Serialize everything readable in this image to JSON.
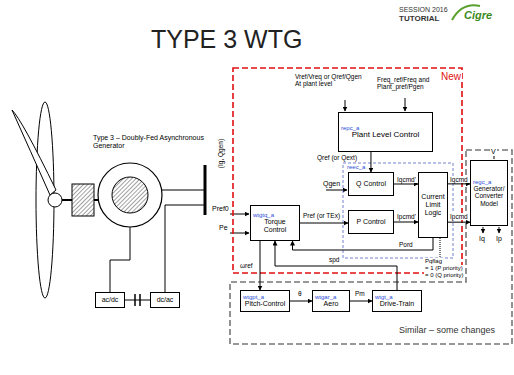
{
  "diagram": {
    "title": "TYPE 3 WTG",
    "nodes": [
      {
        "text": [
          "New"
        ]
      },
      {
        "text": [
          "repc_a",
          "Plant Level Control"
        ],
        "in": 0
      },
      {
        "text": [
          "reec_a"
        ],
        "in": 0
      },
      {
        "text": [
          "Q Control"
        ],
        "in": 2
      },
      {
        "text": [
          "P Control"
        ],
        "in": 2
      },
      {
        "text": [
          "Current Limit Logic"
        ],
        "in": 2
      },
      {
        "text": [
          "wtgtq_a",
          "Torque Control"
        ],
        "in": 0
      },
      {
        "text": [
          "regc_a",
          "Generator/ Converter Model"
        ]
      },
      {
        "text": [
          "Similar – some changes"
        ]
      },
      {
        "text": [
          "wtgpt_a",
          "Pitch-Control"
        ],
        "in": 8
      },
      {
        "text": [
          "wtgar_a",
          "Aero"
        ],
        "in": 8
      },
      {
        "text": [
          "wtgt_a",
          "Drive-Train"
        ],
        "in": 8
      },
      {
        "text": [
          "ac/dc"
        ]
      },
      {
        "text": [
          "dc/ac"
        ]
      }
    ],
    "edges": [
      {
        "from": 1,
        "to": 3,
        "arrow": "to",
        "label": "Qref (or Qext)"
      },
      {
        "from": 6,
        "to": 4,
        "arrow": "to",
        "label": "Pref (or TEx)"
      },
      {
        "from": 3,
        "to": 5,
        "arrow": "to",
        "label": "Iqcmd'"
      },
      {
        "from": 4,
        "to": 5,
        "arrow": "to",
        "label": "Ipcmd'"
      },
      {
        "from": 5,
        "to": 7,
        "arrow": "to",
        "label": "Iqcmd"
      },
      {
        "from": 5,
        "to": 7,
        "arrow": "to",
        "label": "Ipcmd"
      },
      {
        "from": 5,
        "to": 6,
        "arrow": "to",
        "label": "Pord"
      },
      {
        "from": 6,
        "to": 9,
        "arrow": "to",
        "label": "ωref"
      },
      {
        "from": 9,
        "to": 10,
        "arrow": "to",
        "label": "θ"
      },
      {
        "from": 10,
        "to": 11,
        "arrow": "to",
        "label": "Pm"
      },
      {
        "from": 11,
        "to": 6,
        "arrow": "to",
        "label": "spd"
      },
      {
        "from": 12,
        "to": 13,
        "arrow": "none"
      }
    ],
    "labels": [
      "SESSION 2016",
      "TUTORIAL",
      "Cigre",
      "Type 3 – Doubly-Fed Asynchronous Generator",
      "Vref/Vreq or Qref/Qgen At plant level",
      "Freq_ref/Freq and Plant_pref/Pgen",
      "Qgen",
      "Pref0",
      "Pe",
      "(Ig, Qgen)",
      "V",
      "Iq",
      "Ip",
      "Pqflag",
      "= 1 (P priority)",
      "= 0 (Q priority)"
    ]
  }
}
